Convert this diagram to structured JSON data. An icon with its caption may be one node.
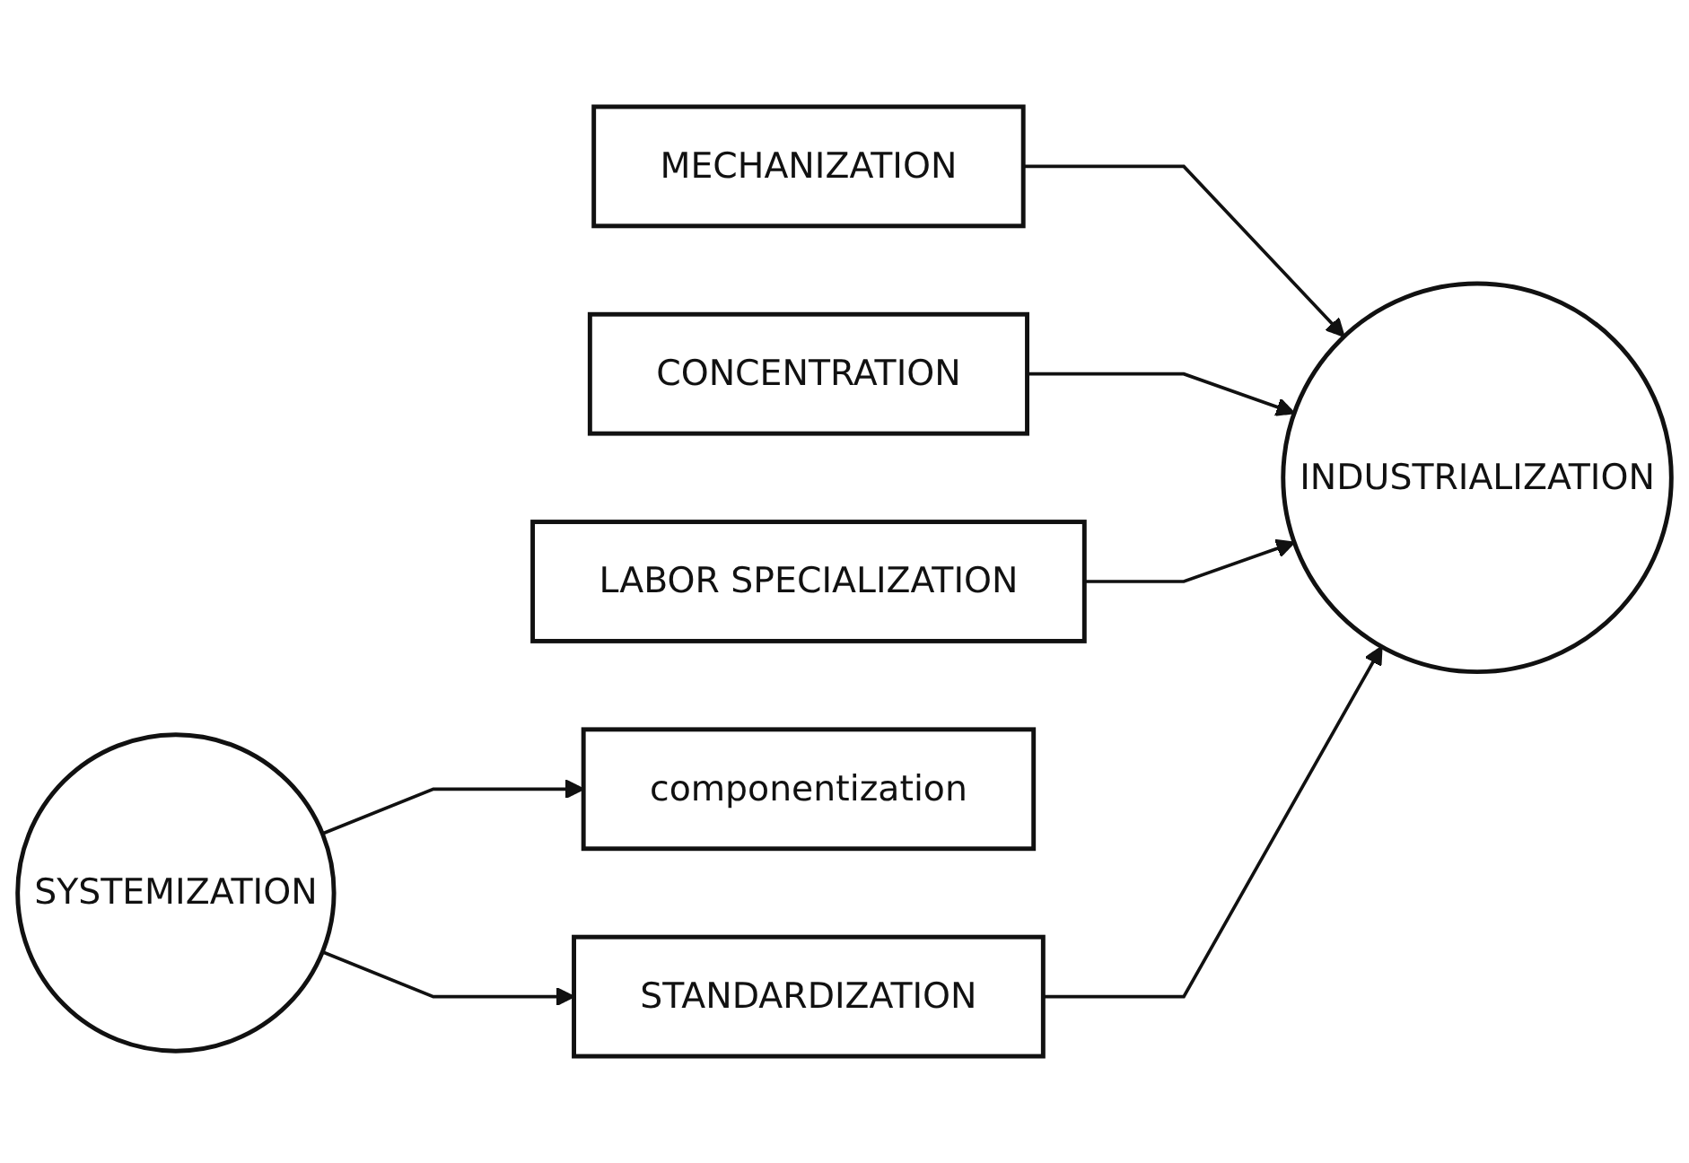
{
  "diagram": {
    "nodes": [
      {
        "text": [
          "MECHANIZATION"
        ]
      },
      {
        "text": [
          "CONCENTRATION"
        ]
      },
      {
        "text": [
          "LABOR SPECIALIZATION"
        ]
      },
      {
        "text": [
          "componentization"
        ]
      },
      {
        "text": [
          "SYSTEMIZATION"
        ]
      },
      {
        "text": [
          "INDUSTRIALIZATION"
        ]
      },
      {
        "text": [
          "STANDARDIZATION"
        ]
      }
    ],
    "edges": [
      {
        "from": 0,
        "to": 5,
        "arrow": "to"
      },
      {
        "from": 1,
        "to": 5,
        "arrow": "to"
      },
      {
        "from": 2,
        "to": 5,
        "arrow": "to"
      },
      {
        "from": 4,
        "to": 3,
        "arrow": "to"
      },
      {
        "from": 4,
        "to": 6,
        "arrow": "to"
      },
      {
        "from": 6,
        "to": 5,
        "arrow": "to"
      }
    ]
  }
}
